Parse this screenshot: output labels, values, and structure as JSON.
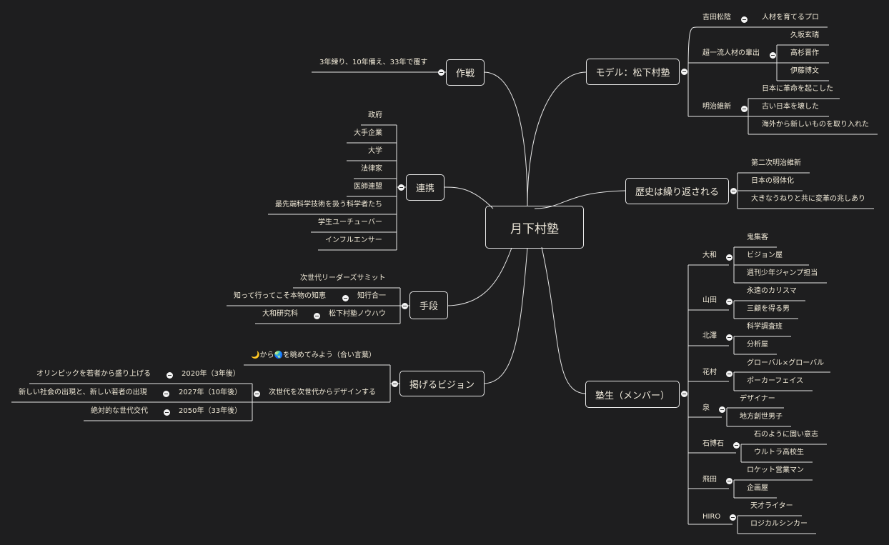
{
  "root": "月下村塾",
  "branches": {
    "model": {
      "title": "モデル：松下村塾",
      "yoshida": "吉田松陰",
      "yoshida_child": "人材を育てるプロ",
      "talents": "超一流人材の輩出",
      "talents_children": [
        "久坂玄瑞",
        "高杉晋作",
        "伊藤博文"
      ],
      "meiji": "明治維新",
      "meiji_children": [
        "日本に革命を起こした",
        "古い日本を壊した",
        "海外から新しいものを取り入れた"
      ]
    },
    "history": {
      "title": "歴史は繰り返される",
      "children": [
        "第二次明治維新",
        "日本の弱体化",
        "大きなうねりと共に変革の兆しあり"
      ]
    },
    "members": {
      "title": "塾生（メンバー）",
      "people": [
        {
          "name": "大和",
          "traits": [
            "鬼集客",
            "ビジョン屋",
            "週刊少年ジャンプ担当"
          ]
        },
        {
          "name": "山田",
          "traits": [
            "永遠のカリスマ",
            "三顧を得る男"
          ]
        },
        {
          "name": "北澤",
          "traits": [
            "科学調査班",
            "分析屋"
          ]
        },
        {
          "name": "花村",
          "traits": [
            "グローバル×グローバル",
            "ポーカーフェイス"
          ]
        },
        {
          "name": "泉",
          "traits": [
            "デザイナー",
            "地方創世男子"
          ]
        },
        {
          "name": "石博石",
          "traits": [
            "石のように固い意志",
            "ウルトラ高校生"
          ]
        },
        {
          "name": "飛田",
          "traits": [
            "ロケット営業マン",
            "企画屋"
          ]
        },
        {
          "name": "HIRO",
          "traits": [
            "天才ライター",
            "ロジカルシンカー"
          ]
        }
      ]
    },
    "strategy": {
      "title": "作戦",
      "child": "3年練り、10年備え、33年で覆す"
    },
    "partners": {
      "title": "連携",
      "children": [
        "政府",
        "大手企業",
        "大学",
        "法律家",
        "医師連盟",
        "最先端科学技術を扱う科学者たち",
        "学生ユーチューバー",
        "インフルエンサー"
      ]
    },
    "means": {
      "title": "手段",
      "summit": "次世代リーダーズサミット",
      "chikou": "知行合一",
      "chikou_child": "知って行ってこそ本物の知恵",
      "knowhow": "松下村塾ノウハウ",
      "knowhow_child": "大和研究科"
    },
    "vision": {
      "title": "掲げるビジョン",
      "motto": "🌙から🌏を眺めてみよう（合い言葉）",
      "design": "次世代を次世代からデザインする",
      "years": [
        {
          "label": "2020年（3年後）",
          "goal": "オリンピックを若者から盛り上げる"
        },
        {
          "label": "2027年（10年後）",
          "goal": "新しい社会の出現と、新しい若者の出現"
        },
        {
          "label": "2050年（33年後）",
          "goal": "絶対的な世代交代"
        }
      ]
    }
  }
}
